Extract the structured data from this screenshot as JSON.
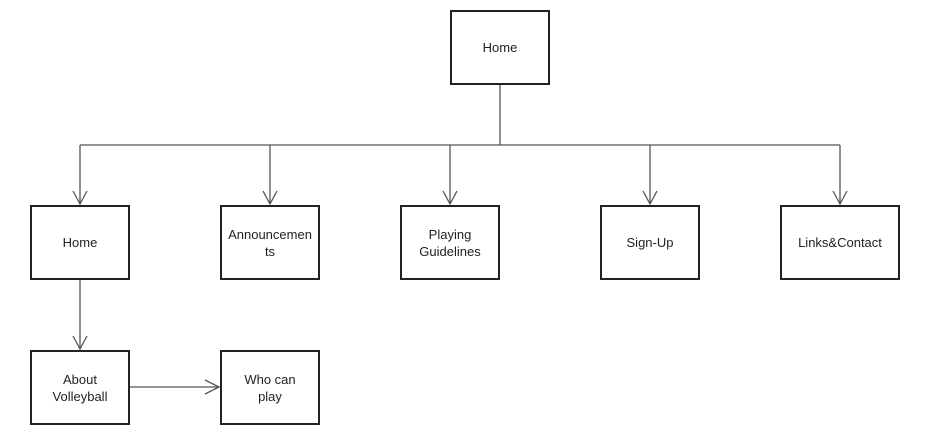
{
  "diagram": {
    "nodes": {
      "root": "Home",
      "home": "Home",
      "announcements": "Announcements",
      "playing_guidelines": "Playing Guidelines",
      "sign_up": "Sign-Up",
      "links_contact": "Links&Contact",
      "about_volleyball": "About Volleyball",
      "who_can_play": "Who can play"
    },
    "colors": {
      "border": "#222222",
      "connector": "#555555",
      "text": "#222222"
    }
  }
}
